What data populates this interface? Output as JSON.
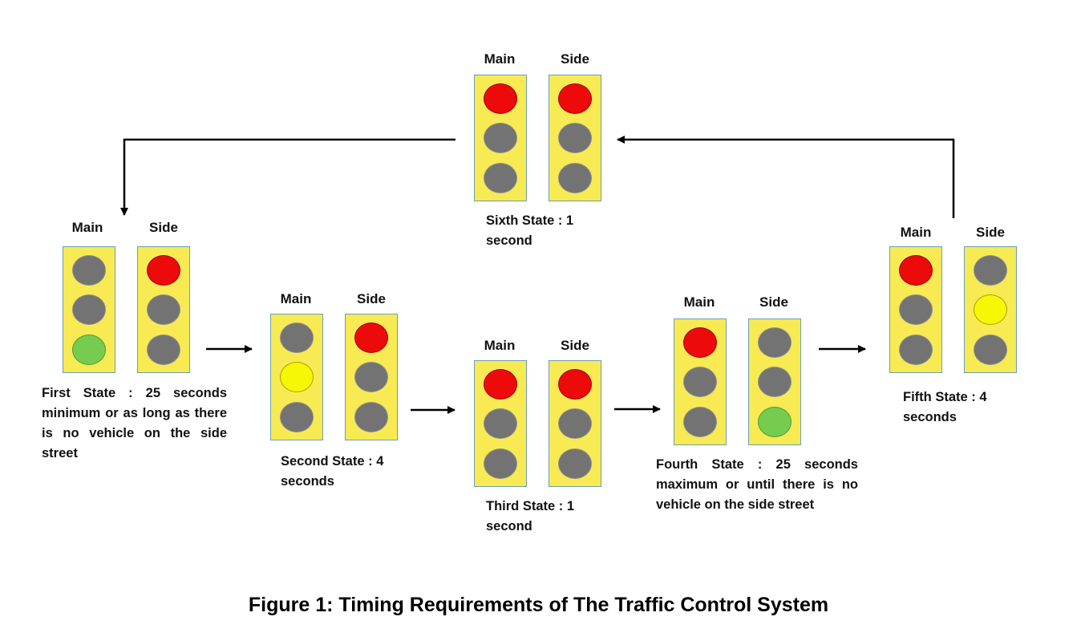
{
  "figure_caption": "Figure 1: Timing Requirements of The Traffic Control System",
  "colors": {
    "housing": "#f7ea53",
    "housing_border": "#6a9fb5",
    "off": "#737373",
    "red": "#ec0a0a",
    "yellow": "#f6f607",
    "green": "#75cc4f"
  },
  "states": [
    {
      "id": "first",
      "main_label": "Main",
      "side_label": "Side",
      "main_lamps": [
        "off",
        "off",
        "green"
      ],
      "side_lamps": [
        "red",
        "off",
        "off"
      ],
      "caption": "First State : 25 seconds minimum or as long as there is no vehicle on the side street"
    },
    {
      "id": "second",
      "main_label": "Main",
      "side_label": "Side",
      "main_lamps": [
        "off",
        "yellow",
        "off"
      ],
      "side_lamps": [
        "red",
        "off",
        "off"
      ],
      "caption": "Second State : 4 seconds"
    },
    {
      "id": "third",
      "main_label": "Main",
      "side_label": "Side",
      "main_lamps": [
        "red",
        "off",
        "off"
      ],
      "side_lamps": [
        "red",
        "off",
        "off"
      ],
      "caption": "Third State : 1 second"
    },
    {
      "id": "fourth",
      "main_label": "Main",
      "side_label": "Side",
      "main_lamps": [
        "red",
        "off",
        "off"
      ],
      "side_lamps": [
        "off",
        "off",
        "green"
      ],
      "caption": "Fourth State : 25 seconds maximum or until there is no vehicle on the side street"
    },
    {
      "id": "fifth",
      "main_label": "Main",
      "side_label": "Side",
      "main_lamps": [
        "red",
        "off",
        "off"
      ],
      "side_lamps": [
        "off",
        "yellow",
        "off"
      ],
      "caption": "Fifth State : 4 seconds"
    },
    {
      "id": "sixth",
      "main_label": "Main",
      "side_label": "Side",
      "main_lamps": [
        "red",
        "off",
        "off"
      ],
      "side_lamps": [
        "red",
        "off",
        "off"
      ],
      "caption": "Sixth State : 1 second"
    }
  ]
}
